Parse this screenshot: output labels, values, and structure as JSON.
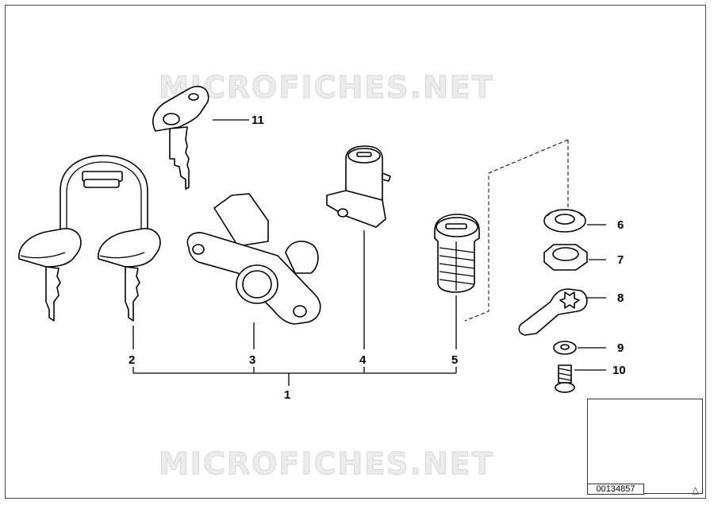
{
  "watermark": {
    "top": "MICROFICHES.NET",
    "bottom": "MICROFICHES.NET"
  },
  "callouts": {
    "c1": "1",
    "c2": "2",
    "c3": "3",
    "c4": "4",
    "c5": "5",
    "c6": "6",
    "c7": "7",
    "c8": "8",
    "c9": "9",
    "c10": "10",
    "c11": "11"
  },
  "inset": {
    "document_number": "00134857",
    "marker_icon": "warning-triangle-icon"
  },
  "colors": {
    "line": "#000000",
    "watermark": "#d6d6d6",
    "background": "#ffffff"
  }
}
